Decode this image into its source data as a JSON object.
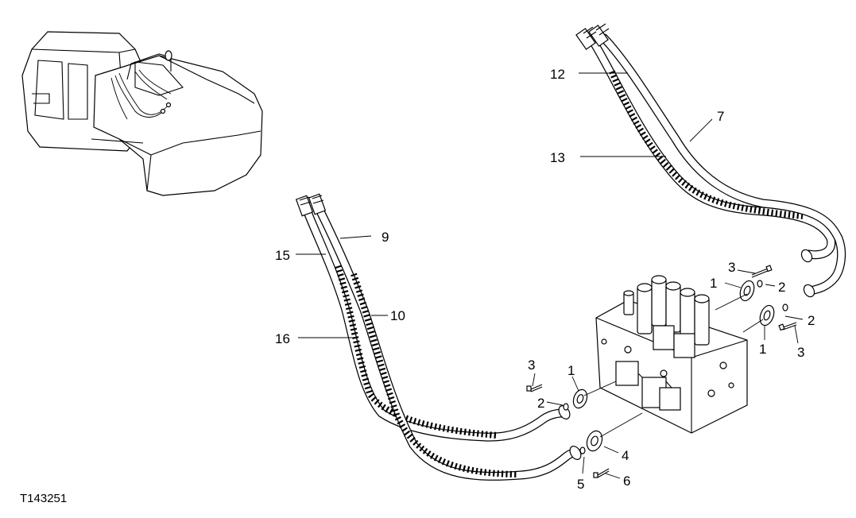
{
  "figure_id": "T143251",
  "callouts": {
    "c1a": "1",
    "c1b": "1",
    "c1c": "1",
    "c2a": "2",
    "c2b": "2",
    "c2c": "2",
    "c3a": "3",
    "c3b": "3",
    "c3c": "3",
    "c4": "4",
    "c5": "5",
    "c6": "6",
    "c7": "7",
    "c9": "9",
    "c10": "10",
    "c12": "12",
    "c13": "13",
    "c15": "15",
    "c16": "16"
  }
}
